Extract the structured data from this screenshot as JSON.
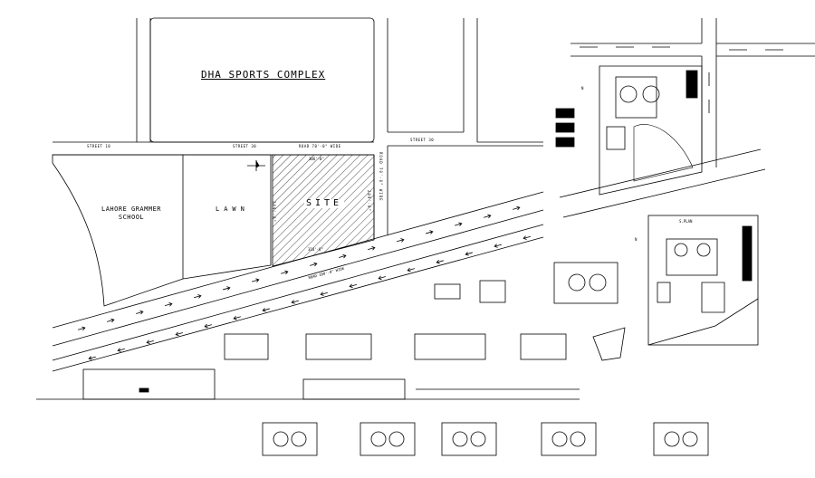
{
  "drawing": {
    "title": "DHA SPORTS COMPLEX",
    "streets": {
      "street_left": "STREET 18",
      "street_mid": "STREET 30",
      "road_top": "ROAD 70'-0\" WIDE",
      "street_right": "STREET 30"
    },
    "plots": {
      "school_line1": "LAHORE GRAMMER",
      "school_line2": "SCHOOL",
      "lawn": "LAWN",
      "site": "SITE"
    },
    "dimensions": {
      "site_top": "306'-0\"",
      "site_left": "289'-0\"",
      "site_right": "289'-0\"",
      "site_bottom": "318'-8\"",
      "road_side_vertical": "ROAD 70'-0\" WIDE",
      "main_road": "ROAD 180'-0\" WIDE"
    },
    "sheet_labels": {
      "north_marker_1": "N",
      "north_marker_2": "N",
      "plan_label": "S.PLAN"
    }
  },
  "colors": {
    "line": "#000000",
    "background": "#ffffff"
  }
}
